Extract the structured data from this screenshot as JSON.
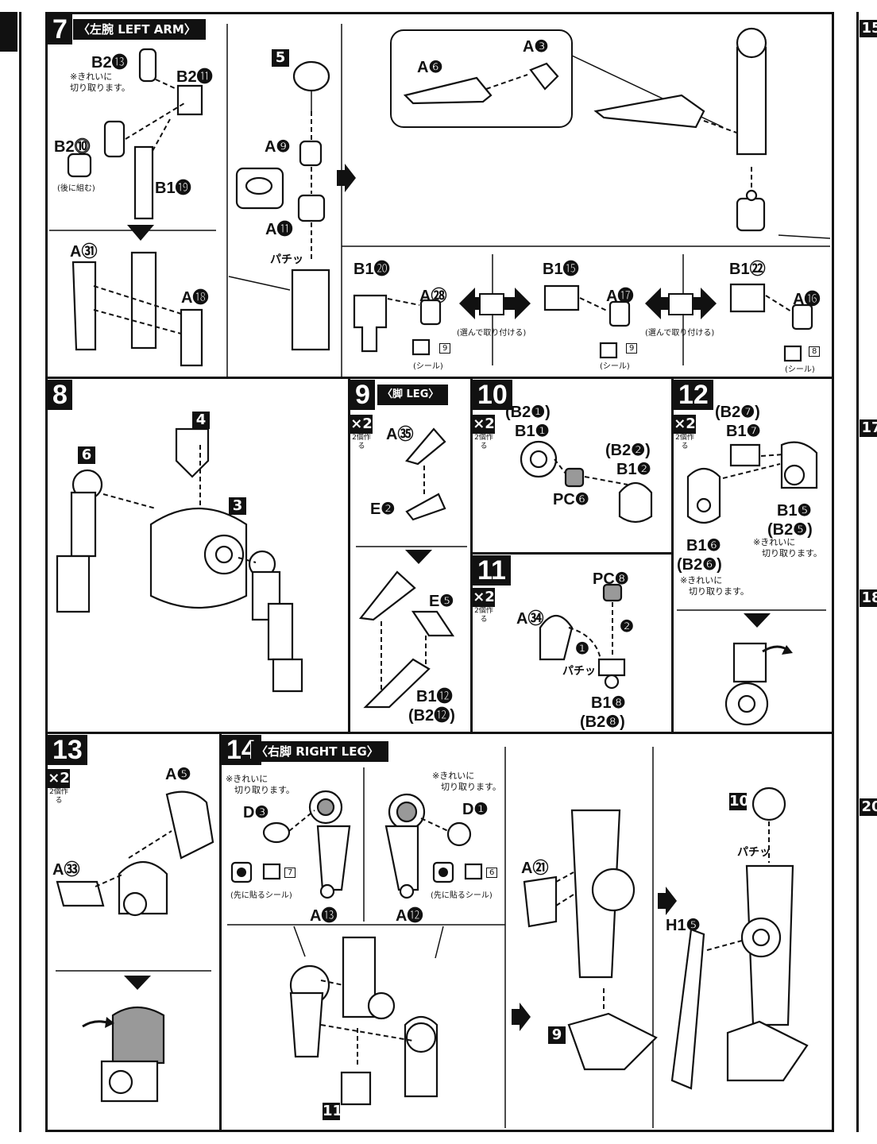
{
  "steps": {
    "s7": {
      "num": "7",
      "title": "〈左腕 LEFT ARM〉",
      "parts": [
        "B2⓭",
        "B2⓫",
        "B2⓾",
        "B1⓳",
        "A㉛",
        "A⓲",
        "5",
        "A❾",
        "A⓫",
        "A❻",
        "A❸",
        "B1⓴",
        "A㉘",
        "B1⓯",
        "A⓱",
        "B1㉒",
        "A⓰"
      ],
      "note": "※きれいに\n切り取ります。",
      "back": "(後に組む)",
      "choose": "(選んで取り付ける)",
      "seal": "(シール)",
      "snap": "パチッ",
      "seal_nums": [
        "9",
        "9",
        "8"
      ]
    },
    "s8": {
      "num": "8",
      "refs": [
        "4",
        "6",
        "3"
      ]
    },
    "s9": {
      "num": "9",
      "title": "〈脚 LEG〉",
      "x2": "×2",
      "make2": "2個作る",
      "parts": [
        "A㉟",
        "E❷",
        "E❺",
        "B1⓬",
        "(B2⓬)"
      ]
    },
    "s10": {
      "num": "10",
      "x2": "×2",
      "make2": "2個作る",
      "parts": [
        "(B2❶)",
        "B1❶",
        "(B2❷)",
        "B1❷",
        "PC❻"
      ]
    },
    "s11": {
      "num": "11",
      "x2": "×2",
      "make2": "2個作る",
      "parts": [
        "PC❽",
        "A㉞",
        "B1❽",
        "(B2❽)"
      ],
      "order": [
        "❶",
        "❷"
      ],
      "snap": "パチッ"
    },
    "s12": {
      "num": "12",
      "x2": "×2",
      "make2": "2個作る",
      "parts": [
        "(B2❼)",
        "B1❼",
        "B1❺",
        "(B2❺)",
        "B1❻",
        "(B2❻)"
      ],
      "note": "※きれいに\n切り取ります。"
    },
    "s13": {
      "num": "13",
      "x2": "×2",
      "make2": "2個作る",
      "parts": [
        "A❺",
        "A㉝"
      ]
    },
    "s14": {
      "num": "14",
      "title": "〈右脚 RIGHT LEG〉",
      "parts": [
        "D❸",
        "D❶",
        "A⓭",
        "A⓬",
        "A㉑",
        "H1❺"
      ],
      "note": "※きれいに\n切り取ります。",
      "first_seal": "(先に貼るシール)",
      "seal_nums": [
        "7",
        "6"
      ],
      "refs": [
        "11",
        "9",
        "10"
      ],
      "snap": "パチッ"
    }
  },
  "edge": {
    "right_nums": [
      "15",
      "17",
      "18",
      "20"
    ]
  }
}
